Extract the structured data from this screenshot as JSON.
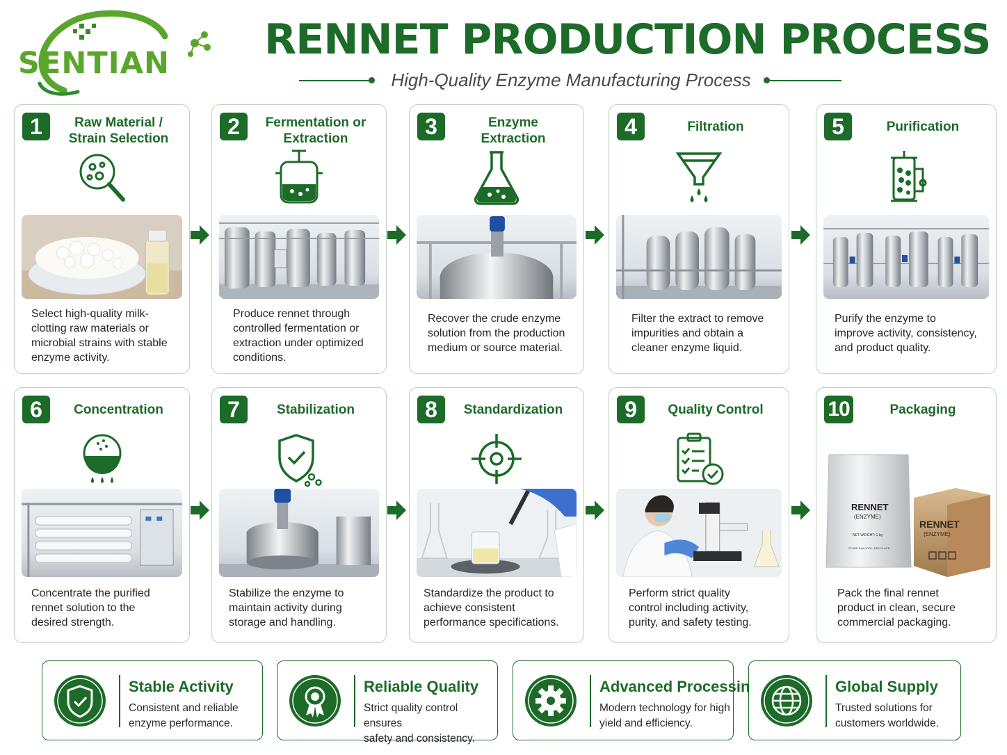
{
  "brand": {
    "logo_text": "SENTIAN"
  },
  "header": {
    "title": "RENNET PRODUCTION PROCESS",
    "subtitle": "High-Quality Enzyme Manufacturing Process"
  },
  "colors": {
    "primary_green": "#1c6b28",
    "logo_green": "#5aa62a",
    "card_border": "#b9d3b9"
  },
  "steps": [
    {
      "num": "1",
      "title_1": "Raw Material /",
      "title_2": "Strain Selection",
      "icon": "magnifier-cells-icon",
      "photo": "cheese-curd-and-vial-photo",
      "desc_1": "Select high-quality milk-",
      "desc_2": "clotting raw materials or",
      "desc_3": "microbial strains with stable",
      "desc_4": "enzyme activity."
    },
    {
      "num": "2",
      "title_1": "Fermentation or",
      "title_2": "Extraction",
      "icon": "fermenter-vessel-icon",
      "photo": "fermentation-tanks-photo",
      "desc_1": "Produce rennet through",
      "desc_2": "controlled fermentation or",
      "desc_3": "extraction under optimized",
      "desc_4": "conditions."
    },
    {
      "num": "3",
      "title_1": "Enzyme",
      "title_2": "Extraction",
      "icon": "flask-icon",
      "photo": "extraction-tank-photo",
      "desc_1": "Recover the crude enzyme",
      "desc_2": "solution from the production",
      "desc_3": "medium or source material."
    },
    {
      "num": "4",
      "title": "Filtration",
      "icon": "funnel-filter-icon",
      "photo": "filtration-housings-photo",
      "desc_1": "Filter the extract to remove",
      "desc_2": "impurities and obtain a",
      "desc_3": "cleaner enzyme liquid."
    },
    {
      "num": "5",
      "title": "Purification",
      "icon": "purification-column-icon",
      "photo": "purification-plant-photo",
      "desc_1": "Purify the enzyme to",
      "desc_2": "improve activity, consistency,",
      "desc_3": "and product quality."
    },
    {
      "num": "6",
      "title": "Concentration",
      "icon": "concentration-bowl-icon",
      "photo": "membrane-concentration-unit-photo",
      "desc_1": "Concentrate the purified",
      "desc_2": "rennet solution to the",
      "desc_3": "desired strength."
    },
    {
      "num": "7",
      "title": "Stabilization",
      "icon": "shield-check-icon",
      "photo": "stabilization-tank-photo",
      "desc_1": "Stabilize the enzyme to",
      "desc_2": "maintain activity during",
      "desc_3": "storage and handling."
    },
    {
      "num": "8",
      "title": "Standardization",
      "icon": "target-crosshair-icon",
      "photo": "lab-pipette-beaker-photo",
      "desc_1": "Standardize the product to",
      "desc_2": "achieve consistent",
      "desc_3": "performance specifications."
    },
    {
      "num": "9",
      "title": "Quality Control",
      "icon": "clipboard-checklist-icon",
      "photo": "scientist-microscope-photo",
      "desc_1": "Perform strict quality",
      "desc_2": "control including activity,",
      "desc_3": "purity, and safety testing."
    },
    {
      "num": "10",
      "title": "Packaging",
      "icon": "package-icon",
      "photo": "rennet-pouch-and-box-photo",
      "desc_1": "Pack the final rennet",
      "desc_2": "product in clean, secure",
      "desc_3": "commercial packaging.",
      "pouch_label": "RENNET",
      "pouch_sub": "(ENZYME)",
      "pouch_weight": "NET WEIGHT: 1 kg",
      "pouch_store": "STORE IN A COOL, DRY PLACE",
      "box_label": "RENNET",
      "box_sub": "(ENZYME)"
    }
  ],
  "benefits": [
    {
      "title": "Stable Activity",
      "desc_1": "Consistent and reliable",
      "desc_2": "enzyme performance.",
      "icon": "shield-check-icon"
    },
    {
      "title": "Reliable Quality",
      "desc_1": "Strict quality control ensures",
      "desc_2": "safety and consistency.",
      "icon": "award-ribbon-icon"
    },
    {
      "title": "Advanced Processing",
      "desc_1": "Modern technology for high",
      "desc_2": "yield and efficiency.",
      "icon": "gear-icon"
    },
    {
      "title": "Global Supply",
      "desc_1": "Trusted solutions for",
      "desc_2": "customers worldwide.",
      "icon": "globe-icon"
    }
  ]
}
